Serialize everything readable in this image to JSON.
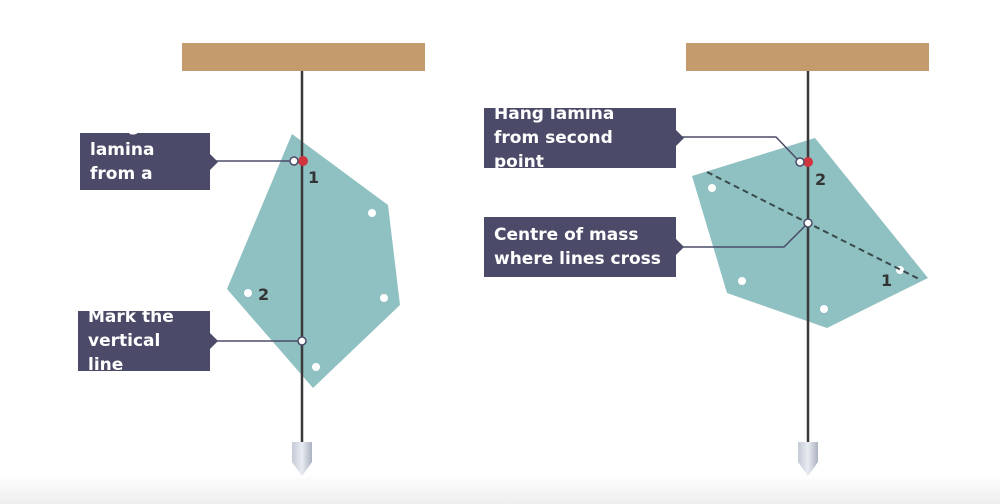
{
  "left_panel": {
    "label_hang": [
      "Hang lamina",
      "from a point"
    ],
    "label_mark": [
      "Mark the",
      "vertical line"
    ],
    "point_1": "1",
    "point_2": "2"
  },
  "right_panel": {
    "label_hang": [
      "Hang lamina",
      "from second point"
    ],
    "label_centre": [
      "Centre of mass",
      "where lines cross"
    ],
    "point_1": "1",
    "point_2": "2"
  },
  "colors": {
    "lamina": "#8fc0c2",
    "beam": "#c49b6c",
    "label_bg": "#4b4b69",
    "pivot": "#d0343f"
  }
}
